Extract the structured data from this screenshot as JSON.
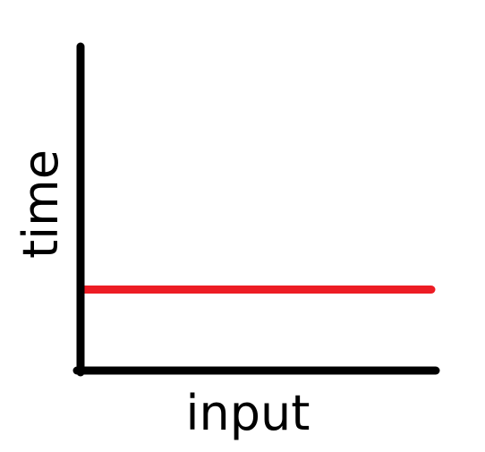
{
  "chart_data": {
    "type": "line",
    "title": "",
    "xlabel": "input",
    "ylabel": "time",
    "grid": false,
    "series": [
      {
        "x": [
          0,
          1
        ],
        "y": [
          0.25,
          0.25
        ],
        "color": "#ed1c24"
      }
    ],
    "xlim": [
      0,
      1
    ],
    "ylim": [
      0,
      1
    ],
    "axis_color": "#000000"
  }
}
